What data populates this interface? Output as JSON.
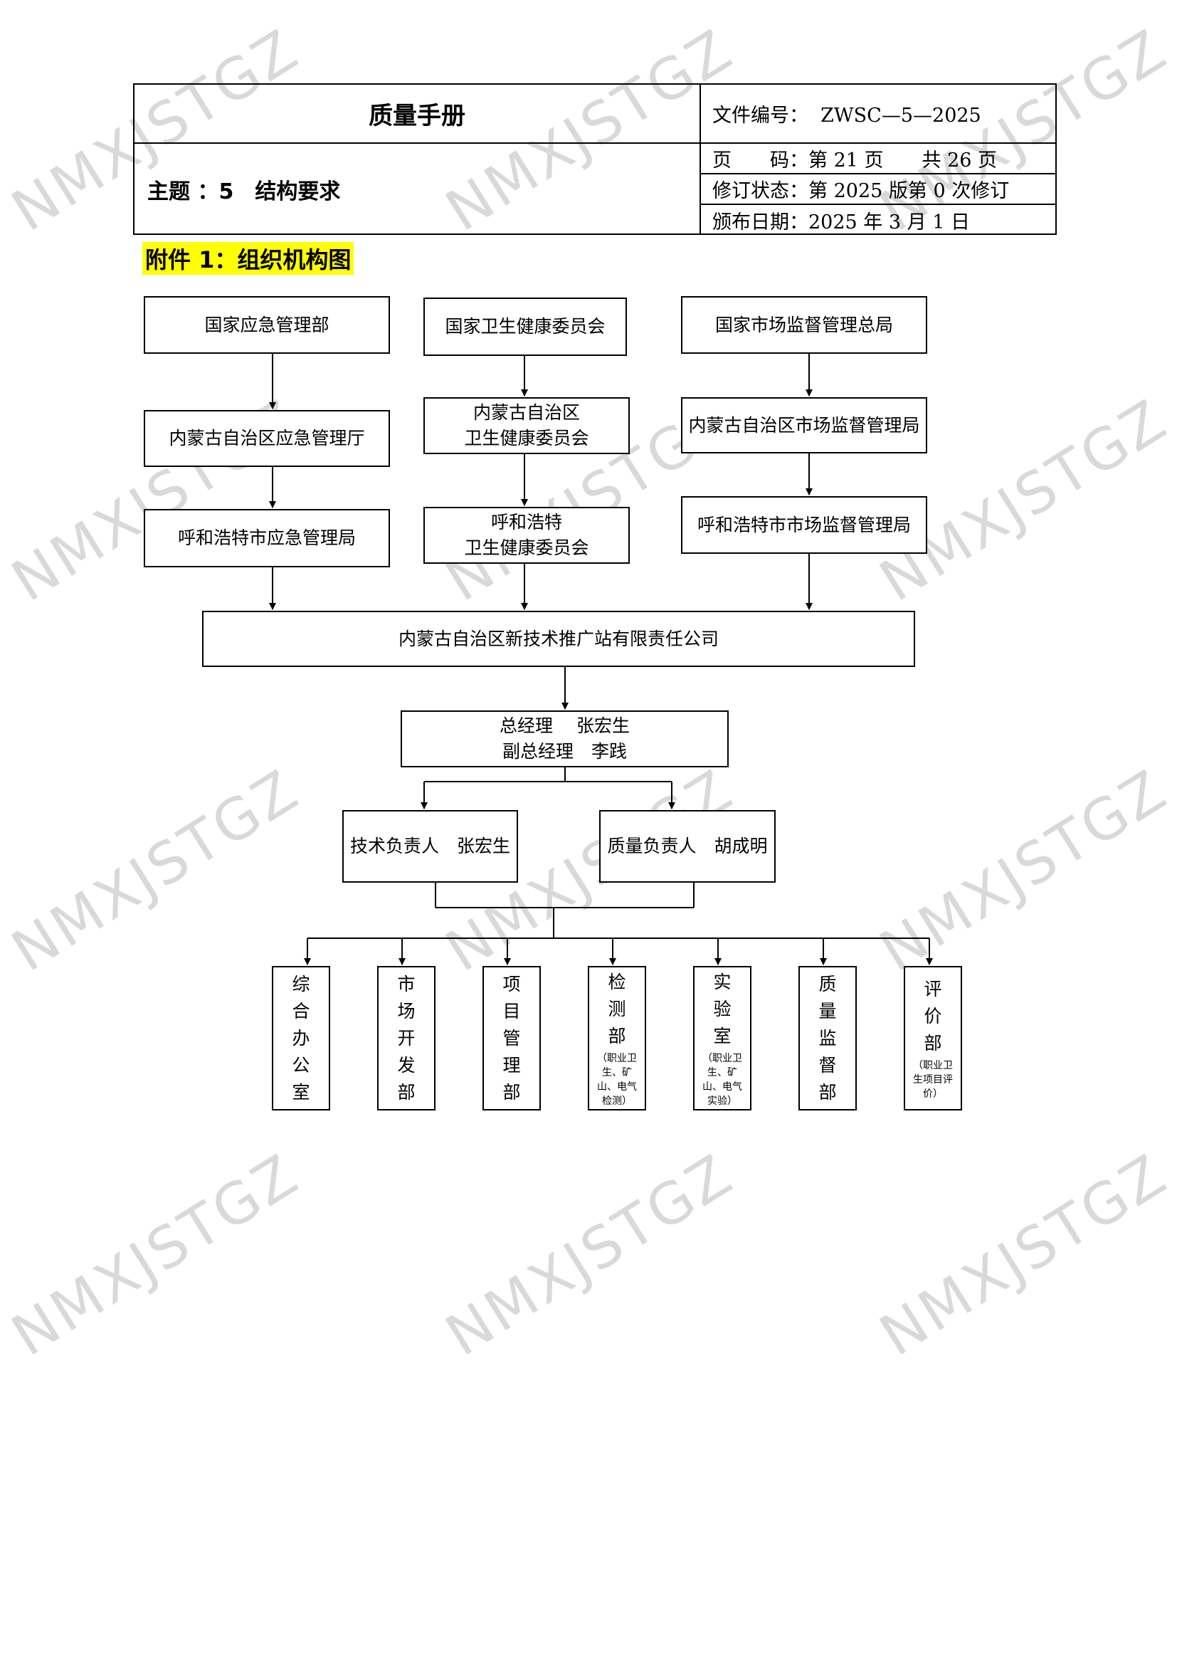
{
  "header": {
    "title": "质量手册",
    "subject": "主题 ：5　结构要求",
    "doc_no": "文件编号：  ZWSC—5—2025",
    "page": "页　　码：第 21 页　　共 26 页",
    "revision": "修订状态：第 2025 版第 0 次修订",
    "issue_date": "颁布日期：2025 年 3 月 1 日"
  },
  "attachment_title": "附件 1：组织机构图",
  "org": {
    "col1": [
      "国家应急管理部",
      "内蒙古自治区应急管理厅",
      "呼和浩特市应急管理局"
    ],
    "col2": [
      "国家卫生健康委员会",
      "内蒙古自治区\n卫生健康委员会",
      "呼和浩特\n卫生健康委员会"
    ],
    "col3": [
      "国家市场监督管理总局",
      "内蒙古自治区市场监督管理局",
      "呼和浩特市市场监督管理局"
    ],
    "company": "内蒙古自治区新技术推广站有限责任公司",
    "management": "总经理　 张宏生\n副总经理　李践",
    "tech_lead": "技术负责人　张宏生",
    "quality_lead": "质量负责人　胡成明",
    "departments": [
      {
        "name": "综合办公室",
        "note": ""
      },
      {
        "name": "市场开发部",
        "note": ""
      },
      {
        "name": "项目管理部",
        "note": ""
      },
      {
        "name": "检测部",
        "note": "（职业卫生、矿山、电气检测）"
      },
      {
        "name": "实验室",
        "note": "（职业卫生、矿山、电气实验）"
      },
      {
        "name": "质量监督部",
        "note": ""
      },
      {
        "name": "评价部",
        "note": "（职业卫生项目评价）"
      }
    ]
  },
  "watermark": "NMXJSTGZ"
}
